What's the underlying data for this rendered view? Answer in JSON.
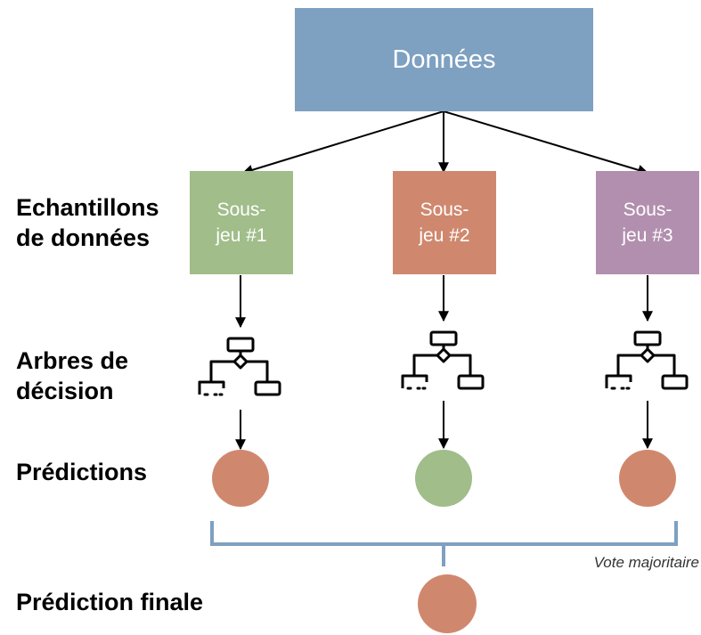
{
  "root": {
    "label": "Données",
    "color": "#7ea0c1"
  },
  "row_labels": {
    "samples": [
      "Echantillons",
      "de données"
    ],
    "trees": [
      "Arbres de",
      "décision"
    ],
    "predictions": "Prédictions",
    "final": "Prédiction finale"
  },
  "subsets": [
    {
      "line1": "Sous-",
      "line2": "jeu #1",
      "color": "#a0bd8a"
    },
    {
      "line1": "Sous-",
      "line2": "jeu #2",
      "color": "#cf886e"
    },
    {
      "line1": "Sous-",
      "line2": "jeu #3",
      "color": "#b28fae"
    }
  ],
  "predictions": [
    {
      "color": "#cf886e"
    },
    {
      "color": "#a0bd8a"
    },
    {
      "color": "#cf886e"
    }
  ],
  "vote_label": "Vote majoritaire",
  "final_prediction": {
    "color": "#cf886e"
  },
  "bracket_color": "#7ea0c1"
}
